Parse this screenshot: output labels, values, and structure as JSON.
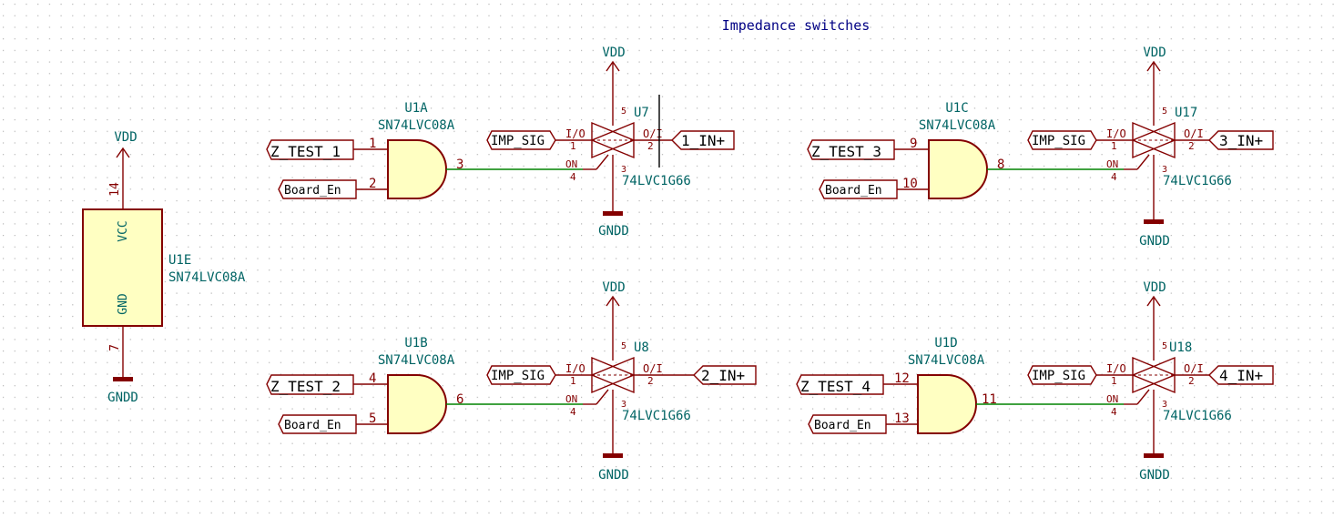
{
  "sheet": {
    "title": "Impedance switches",
    "colors": {
      "background": "#ffffff",
      "grid_dot": "#b4b4b4",
      "symbol_outline": "#840000",
      "symbol_fill": "#ffffc2",
      "wire": "#008400",
      "ref_text": "#006464",
      "pin_text": "#840000",
      "label_text": "#000000",
      "title_text": "#000084"
    }
  },
  "power_unit": {
    "ref": "U1E",
    "value": "SN74LVC08A",
    "vcc_label": "VCC",
    "gnd_label": "GND",
    "vcc_pin": "14",
    "gnd_pin": "7",
    "power_top": "VDD",
    "power_bottom": "GNDD"
  },
  "channels": [
    {
      "gate_ref": "U1A",
      "gate_value": "SN74LVC08A",
      "in_a_label": "Z_TEST_1",
      "in_a_pin": "1",
      "in_b_label": "Board_En",
      "in_b_pin": "2",
      "out_pin": "3",
      "switch_ref": "U7",
      "switch_value": "74LVC1G66",
      "sig_label": "IMP_SIG",
      "io_name": "I/O",
      "io_pin": "1",
      "oi_name": "O/I",
      "oi_pin": "2",
      "on_name": "ON",
      "on_pin": "4",
      "vcc_pin": "5",
      "gnd_pin": "3",
      "out_label": "1_IN+",
      "vdd": "VDD",
      "gndd": "GNDD"
    },
    {
      "gate_ref": "U1B",
      "gate_value": "SN74LVC08A",
      "in_a_label": "Z_TEST_2",
      "in_a_pin": "4",
      "in_b_label": "Board_En",
      "in_b_pin": "5",
      "out_pin": "6",
      "switch_ref": "U8",
      "switch_value": "74LVC1G66",
      "sig_label": "IMP_SIG",
      "io_name": "I/O",
      "io_pin": "1",
      "oi_name": "O/I",
      "oi_pin": "2",
      "on_name": "ON",
      "on_pin": "4",
      "vcc_pin": "5",
      "gnd_pin": "3",
      "out_label": "2_IN+",
      "vdd": "VDD",
      "gndd": "GNDD"
    },
    {
      "gate_ref": "U1C",
      "gate_value": "SN74LVC08A",
      "in_a_label": "Z_TEST_3",
      "in_a_pin": "9",
      "in_b_label": "Board_En",
      "in_b_pin": "10",
      "out_pin": "8",
      "switch_ref": "U17",
      "switch_value": "74LVC1G66",
      "sig_label": "IMP_SIG",
      "io_name": "I/O",
      "io_pin": "1",
      "oi_name": "O/I",
      "oi_pin": "2",
      "on_name": "ON",
      "on_pin": "4",
      "vcc_pin": "5",
      "gnd_pin": "3",
      "out_label": "3_IN+",
      "vdd": "VDD",
      "gndd": "GNDD"
    },
    {
      "gate_ref": "U1D",
      "gate_value": "SN74LVC08A",
      "in_a_label": "Z_TEST_4",
      "in_a_pin": "12",
      "in_b_label": "Board_En",
      "in_b_pin": "13",
      "out_pin": "11",
      "switch_ref": "U18",
      "switch_value": "74LVC1G66",
      "sig_label": "IMP_SIG",
      "io_name": "I/O",
      "io_pin": "1",
      "oi_name": "O/I",
      "oi_pin": "2",
      "on_name": "ON",
      "on_pin": "4",
      "vcc_pin": "5",
      "gnd_pin": "3",
      "out_label": "4_IN+",
      "vdd": "VDD",
      "gndd": "GNDD"
    }
  ]
}
